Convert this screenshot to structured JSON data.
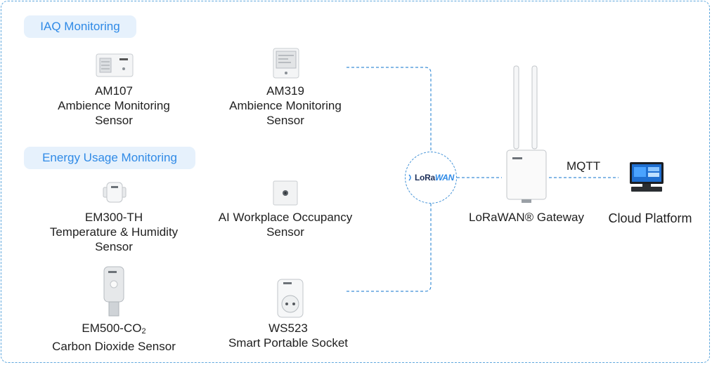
{
  "groups": {
    "iaq": "IAQ Monitoring",
    "energy": "Energy Usage Monitoring"
  },
  "devices": {
    "am107": {
      "model": "AM107",
      "line1": "Ambience Monitoring",
      "line2": "Sensor"
    },
    "am319": {
      "model": "AM319",
      "line1": "Ambience Monitoring",
      "line2": "Sensor"
    },
    "em300": {
      "model": "EM300-TH",
      "line1": "Temperature & Humidity",
      "line2": "Sensor"
    },
    "occupancy": {
      "line1": "AI Workplace Occupancy",
      "line2": "Sensor"
    },
    "em500": {
      "model_prefix": "EM500-CO",
      "model_sub": "2",
      "line1": "Carbon Dioxide Sensor"
    },
    "ws523": {
      "model": "WS523",
      "line1": "Smart Portable Socket"
    }
  },
  "network": {
    "lorawan_logo_a": "LoRa",
    "lorawan_logo_b": "WAN",
    "gateway_label": "LoRaWAN® Gateway",
    "protocol": "MQTT",
    "cloud_label": "Cloud Platform"
  },
  "colors": {
    "accent": "#2f8ae6",
    "pill_bg": "#e6f1fc",
    "wire": "#3d8fd6"
  }
}
